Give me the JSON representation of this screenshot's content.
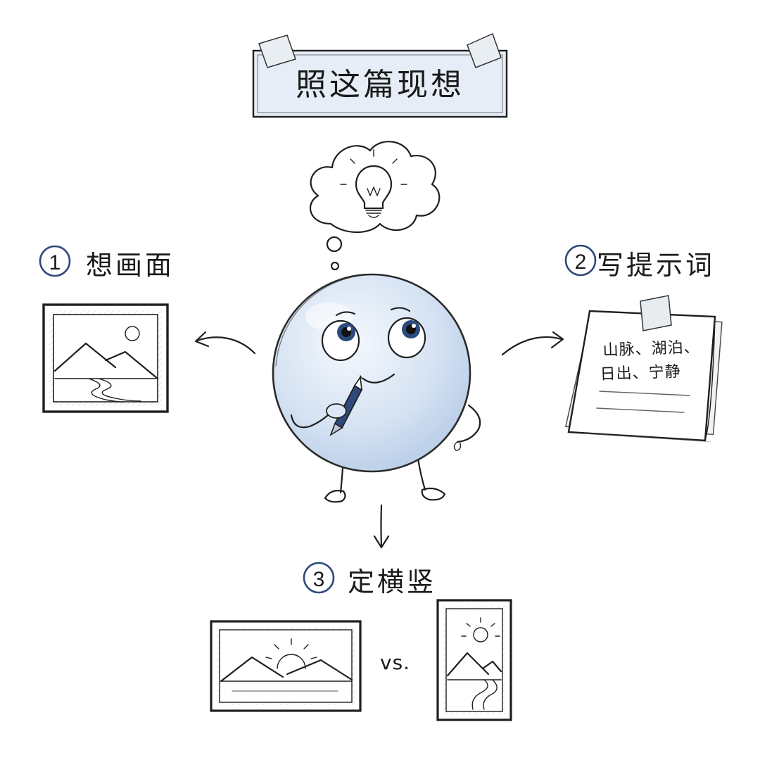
{
  "title": "照这篇现想",
  "steps": [
    {
      "number": "1",
      "label": "想画面"
    },
    {
      "number": "2",
      "label": "写提示词"
    },
    {
      "number": "3",
      "label": "定横竖"
    }
  ],
  "note": {
    "line1": "山脉、湖泊、",
    "line2": "日出、宁静"
  },
  "comparison": {
    "separator": "vs."
  },
  "colors": {
    "ink": "#1f1f1f",
    "accent_blue": "#2f4a7a",
    "character_fill": "#dce7f5",
    "title_board": "#e6edf6"
  },
  "icons": [
    "lightbulb-icon",
    "landscape-frame-icon",
    "sticky-note-icon",
    "sun-icon",
    "mountain-icon"
  ]
}
